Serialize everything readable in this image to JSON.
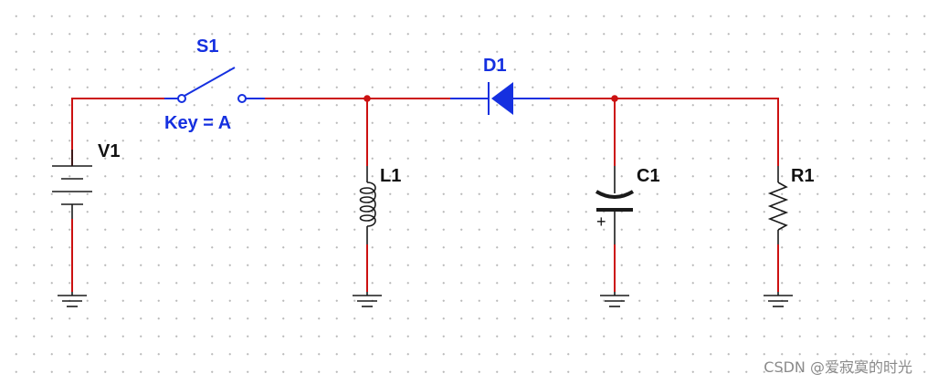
{
  "components": {
    "switch": {
      "ref": "S1",
      "key_label": "Key = A"
    },
    "source": {
      "ref": "V1"
    },
    "inductor": {
      "ref": "L1"
    },
    "diode": {
      "ref": "D1"
    },
    "capacitor": {
      "ref": "C1",
      "polarity_mark": "+"
    },
    "resistor": {
      "ref": "R1"
    }
  },
  "watermark": "CSDN @爱寂寞的时光",
  "colors": {
    "wire": "#cc1111",
    "component_body": "#1a1a1a",
    "selected_component": "#1530e0",
    "junction": "#cc1111",
    "grid_dot": "#b9b9b9"
  }
}
